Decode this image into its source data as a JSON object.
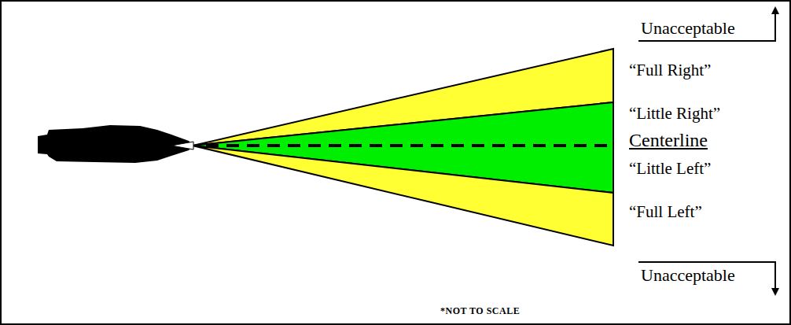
{
  "diagram": {
    "labels": [
      "Unacceptable",
      "“Full Right”",
      "“Little Right”",
      "Centerline",
      "“Little Left”",
      "“Full Left”",
      "Unacceptable",
      "*NOT TO SCALE"
    ]
  }
}
